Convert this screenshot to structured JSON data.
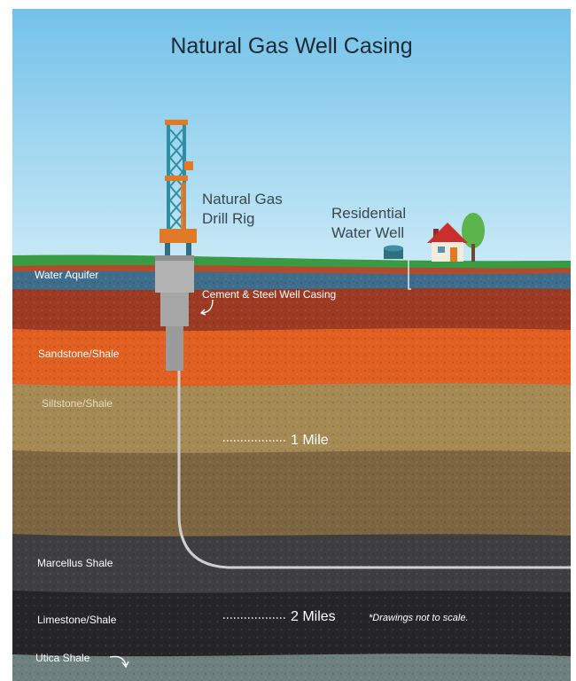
{
  "title": "Natural Gas Well Casing",
  "labels": {
    "drill_rig": "Natural Gas\nDrill Rig",
    "water_well": "Residential\nWater Well",
    "casing": "Cement & Steel Well Casing"
  },
  "layers": [
    {
      "name": "Water Aquifer"
    },
    {
      "name": "Sandstone/Shale"
    },
    {
      "name": "Siltstone/Shale"
    },
    {
      "name": "Marcellus Shale"
    },
    {
      "name": "Limestone/Shale"
    },
    {
      "name": "Utica Shale"
    }
  ],
  "depth_markers": [
    "1 Mile",
    "2 Miles"
  ],
  "note": "*Drawings not to scale.",
  "colors": {
    "sky_top": "#73c2e9",
    "sky_bottom": "#c9e9f6",
    "grass": "#3a9b45",
    "aquifer": "#3f6d8c",
    "topsoil": "#9c3a24",
    "sandstone": "#e25f22",
    "siltstone": "#a68a54",
    "marcellus": "#3f3f41",
    "limestone": "#252527",
    "utica": "#6e8180",
    "rig_frame": "#2f8ea2",
    "rig_accent": "#e07a27",
    "casing": "#a6a6a6"
  }
}
